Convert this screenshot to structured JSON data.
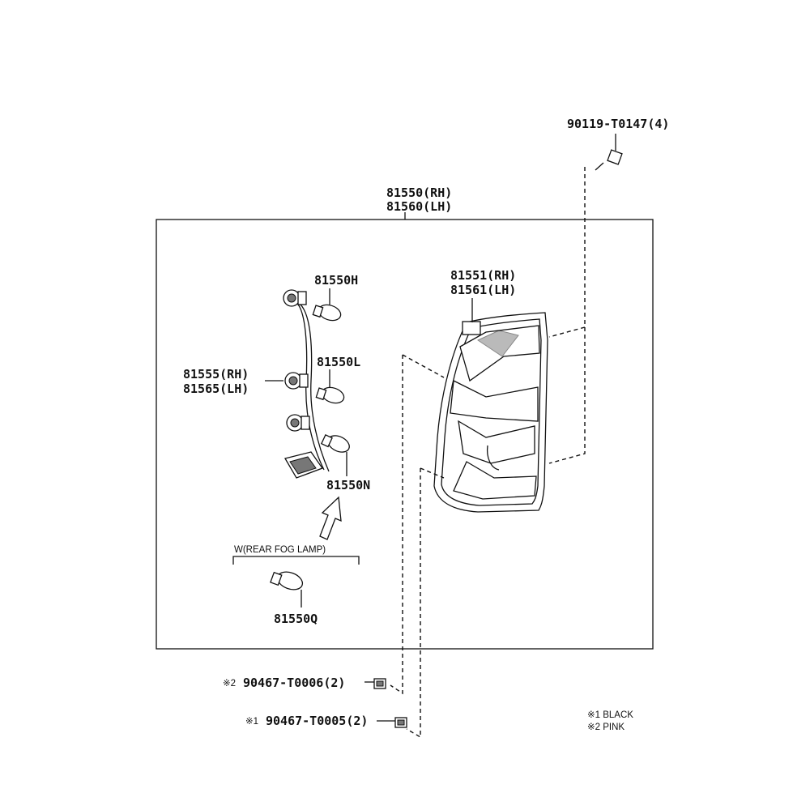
{
  "labels": {
    "bolt_top": "90119-T0147(4)",
    "assy_rh": "81550(RH)",
    "assy_lh": "81560(LH)",
    "lens_rh": "81551(RH)",
    "lens_lh": "81561(LH)",
    "bulb_h": "81550H",
    "bulb_l": "81550L",
    "socket_rh": "81555(RH)",
    "socket_lh": "81565(LH)",
    "bulb_n": "81550N",
    "bulb_q": "81550Q",
    "fog_group": "W(REAR FOG LAMP)",
    "clip_pink": "90467-T0006(2)",
    "clip_black": "90467-T0005(2)",
    "mark_pink": "※2",
    "mark_black": "※1"
  },
  "legend": {
    "item1": "※1 BLACK",
    "item2": "※2 PINK"
  }
}
